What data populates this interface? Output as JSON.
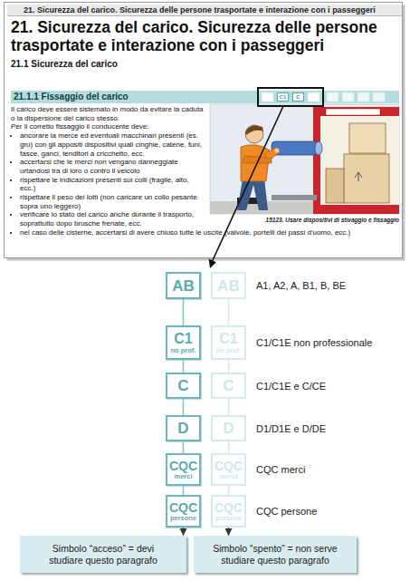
{
  "diagram": {
    "nodes": [
      {
        "text": [
          "21. Sicurezza del carico. Sicurezza delle persone trasportate e interazione con i passeggeri"
        ]
      },
      {
        "text": [
          "21.1.1 Fissaggio del carico"
        ]
      },
      {
        "text": [
          "C1"
        ],
        "in": 1
      },
      {
        "text": [
          "C"
        ],
        "in": 1
      },
      {
        "text": [
          "AB"
        ]
      },
      {
        "text": [
          "AB"
        ]
      },
      {
        "text": [
          "C1",
          "no prof."
        ]
      },
      {
        "text": [
          "C1",
          "no prof."
        ]
      },
      {
        "text": [
          "C"
        ]
      },
      {
        "text": [
          "C"
        ]
      },
      {
        "text": [
          "D"
        ]
      },
      {
        "text": [
          "D"
        ]
      },
      {
        "text": [
          "CQC",
          "merci"
        ]
      },
      {
        "text": [
          "CQC",
          "merci"
        ]
      },
      {
        "text": [
          "CQC",
          "persone"
        ]
      },
      {
        "text": [
          "CQC",
          "persone"
        ]
      },
      {
        "text": [
          "Simbolo “acceso” = devi studiare questo paragrafo"
        ]
      },
      {
        "text": [
          "Simbolo “spento” = non serve studiare questo paragrafo"
        ]
      }
    ],
    "edges": [
      {
        "from": 4,
        "to": 6,
        "arrow": "none"
      },
      {
        "from": 6,
        "to": 8,
        "arrow": "none"
      },
      {
        "from": 8,
        "to": 10,
        "arrow": "none"
      },
      {
        "from": 10,
        "to": 12,
        "arrow": "none"
      },
      {
        "from": 12,
        "to": 14,
        "arrow": "none"
      },
      {
        "from": 14,
        "to": 16,
        "arrow": "to"
      },
      {
        "from": 5,
        "to": 7,
        "arrow": "none"
      },
      {
        "from": 7,
        "to": 9,
        "arrow": "none"
      },
      {
        "from": 9,
        "to": 11,
        "arrow": "none"
      },
      {
        "from": 11,
        "to": 13,
        "arrow": "none"
      },
      {
        "from": 13,
        "to": 15,
        "arrow": "none"
      },
      {
        "from": 15,
        "to": 17,
        "arrow": "to"
      }
    ],
    "labels": [
      "21. Sicurezza del carico. Sicurezza delle persone trasportate e interazione con i passeggeri",
      "21.1 Sicurezza del carico",
      "Il carico deve essere sistemato in modo da evitare la caduta o la dispersione del carico stesso.",
      "Per il corretto fissaggio il conducente deve:",
      "ancorare la merce ed eventuali macchinari presenti (es. gru) con gli appositi dispositivi quali cinghie, catene, funi, fasce, ganci, tenditori a cricchetto, ecc.",
      "accertarsi che le merci non vengano danneggiate urtandosi tra di loro o contro il veicolo",
      "rispettare le indicazioni presenti sui colli (fragile, alto, ecc.)",
      "rispettare il peso dei lotti (non caricare un collo pesante sopra uno leggero)",
      "verificare lo stato del carico anche durante il trasporto, soprattutto dopo brusche frenate, ecc.",
      "nel caso delle cisterne, accertarsi di avere chiuso tutte le uscite (valvole, portelli dei passi d'uomo, ecc.)",
      "15123. Usare dispositivi di stivaggio e fissaggio",
      "A1, A2, A, B1, B, BE",
      "C1/C1E non professionale",
      "C1/C1E e C/CE",
      "D1/D1E e D/DE",
      "CQC merci",
      "CQC persone"
    ]
  }
}
